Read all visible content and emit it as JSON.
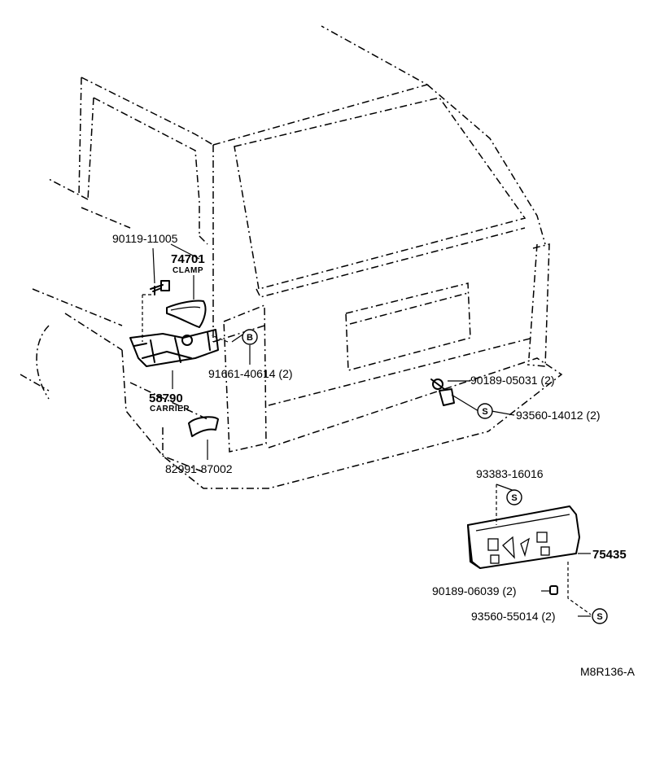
{
  "diagram": {
    "title": "Rear body spare tire carrier / back panel parts",
    "drawing_code": "M8R136-A",
    "parts": {
      "bolt_carrier": "90119-11005",
      "clamp_no": "74701",
      "clamp_name": "CLAMP",
      "bolt_b": "91661-40614 (2)",
      "carrier_no": "58790",
      "carrier_name": "CARRIER",
      "mudguard": "82991-87002",
      "screw_upper": "90189-05031 (2)",
      "nut_upper": "93560-14012 (2)",
      "screw_cover": "93383-16016",
      "cover": "75435",
      "screw_lower": "90189-06039 (2)",
      "nut_lower": "93560-55014 (2)"
    },
    "symbols": {
      "b": "B",
      "s": "S"
    }
  }
}
